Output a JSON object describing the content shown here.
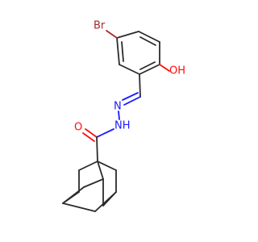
{
  "atoms": {
    "br": {
      "text": "Br",
      "color": "#a62929"
    },
    "oh": {
      "text": "OH",
      "color": "#ff0d0d"
    },
    "n1": {
      "text": "N",
      "color": "#1a1aff"
    },
    "nh": {
      "text": "NH",
      "color": "#1a1aff"
    },
    "o": {
      "text": "O",
      "color": "#ff0d0d"
    }
  },
  "bond_color": "#2b2b2b"
}
